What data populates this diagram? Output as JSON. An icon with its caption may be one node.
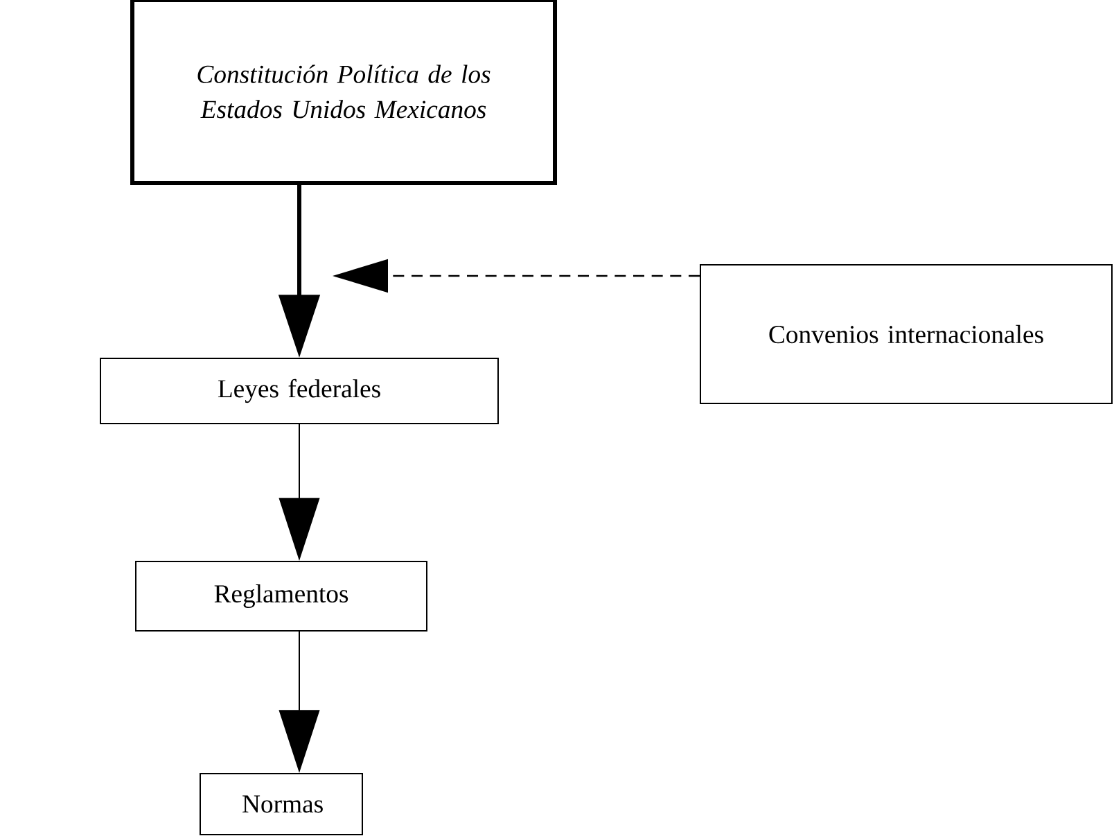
{
  "diagram": {
    "nodes": [
      {
        "text": [
          "Constitución Política de los Estados Unidos Mexicanos"
        ]
      },
      {
        "text": [
          "Convenios internacionales"
        ]
      },
      {
        "text": [
          "Leyes federales"
        ]
      },
      {
        "text": [
          "Reglamentos"
        ]
      },
      {
        "text": [
          "Normas"
        ]
      }
    ],
    "edges": [
      {
        "from": 0,
        "to": 2,
        "arrow": "to",
        "style": "thick"
      },
      {
        "from": 1,
        "to": null,
        "arrow": "to",
        "style": "dashed"
      },
      {
        "from": 2,
        "to": 3,
        "arrow": "to"
      },
      {
        "from": 3,
        "to": 4,
        "arrow": "to"
      }
    ]
  }
}
